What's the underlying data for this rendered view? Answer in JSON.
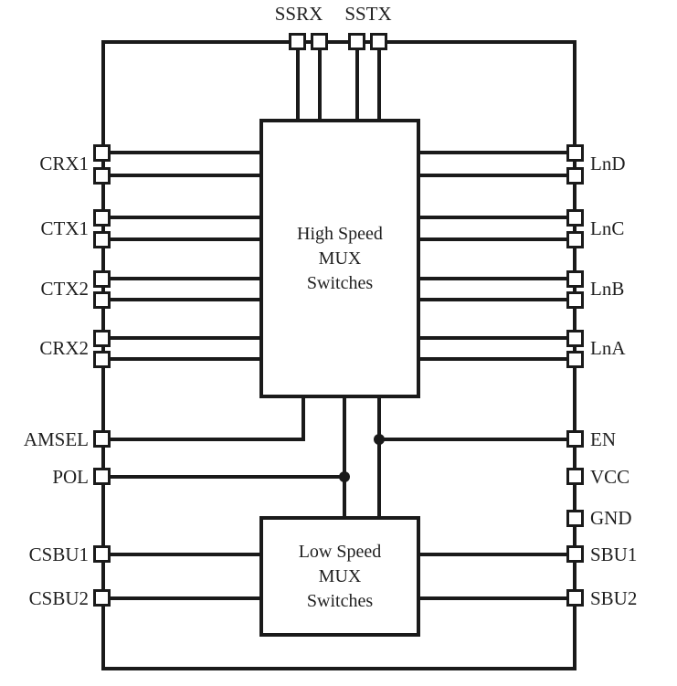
{
  "diagram": {
    "title": "",
    "top_pins": [
      {
        "label": "SSRX"
      },
      {
        "label": "SSTX"
      }
    ],
    "high_speed_box": {
      "lines": [
        "High Speed",
        "MUX",
        "Switches"
      ]
    },
    "low_speed_box": {
      "lines": [
        "Low Speed",
        "MUX",
        "Switches"
      ]
    },
    "left_pins": [
      {
        "label": "CRX1"
      },
      {
        "label": "CTX1"
      },
      {
        "label": "CTX2"
      },
      {
        "label": "CRX2"
      },
      {
        "label": "AMSEL"
      },
      {
        "label": "POL"
      },
      {
        "label": "CSBU1"
      },
      {
        "label": "CSBU2"
      }
    ],
    "right_pins": [
      {
        "label": "LnD"
      },
      {
        "label": "LnC"
      },
      {
        "label": "LnB"
      },
      {
        "label": "LnA"
      },
      {
        "label": "EN"
      },
      {
        "label": "VCC"
      },
      {
        "label": "GND"
      },
      {
        "label": "SBU1"
      },
      {
        "label": "SBU2"
      }
    ],
    "colors": {
      "line": "#1a1a1a",
      "background": "#ffffff",
      "text": "#1f1f1f"
    }
  }
}
